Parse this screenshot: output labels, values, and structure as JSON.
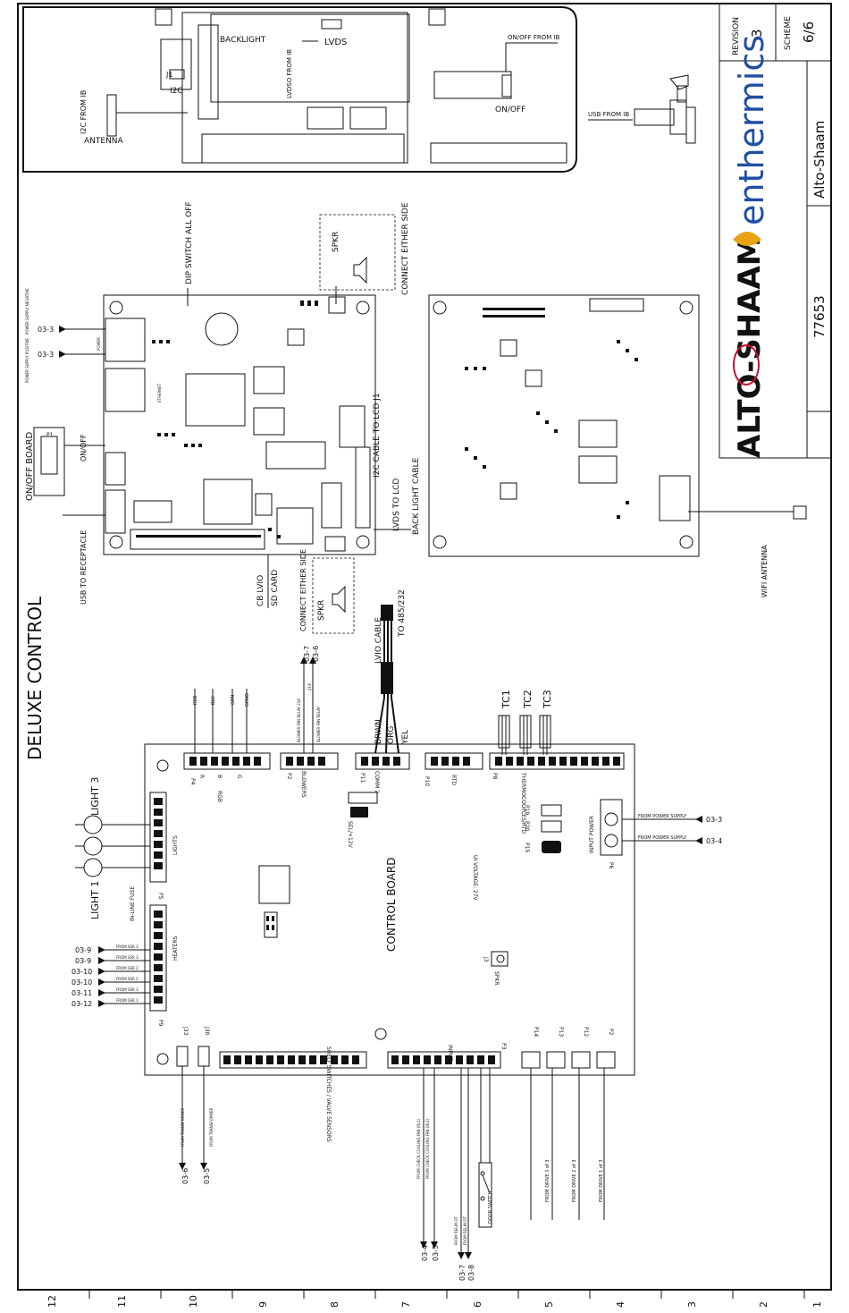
{
  "title_block": {
    "revision_label": "REVISION",
    "revision_value": "3",
    "scheme_label": "SCHEME",
    "scheme_value": "6/6",
    "company": "Alto-Shaam",
    "drawing_number": "77653",
    "brand_alto_shaam": "ALTO-SHAAM",
    "brand_enthermics": "enthermics",
    "colors": {
      "brand_red": "#c8102e",
      "brand_gold": "#e8a317",
      "brand_blue": "#1f4ea3"
    }
  },
  "diagram_title": "DELUXE CONTROL",
  "display_assembly": {
    "backlight": "BACKLIGHT",
    "lvds": "LVDS",
    "lvds_from_ib": "LVDSO FROM IB",
    "i2c_from_ib": "I2C FROM IB",
    "i2c": "I2C",
    "j1": "J1",
    "antenna": "ANTENNA",
    "onoff_from_ib": "ON/OFF FROM IB",
    "onoff": "ON/OFF",
    "usb_from_ib": "USB FROM IB"
  },
  "interface_board": {
    "dip_switch": "DIP SWITCH ALL OFF",
    "connect_either_side_top": "CONNECT EITHER SIDE",
    "spkr_top": "SPKR",
    "power_negative": "POWER SUPPLY NEGATIVE",
    "power_positive": "POWER SUPPLY POSITIVE",
    "ref_03_3_a": "03-3",
    "ref_03_3_b": "03-3",
    "onoff_board": "ON/OFF BOARD",
    "onoff_conn": "ON/OFF",
    "p1": "P1",
    "usb_receptacle": "USB TO RECEPTACLE",
    "cb_lvio": "CB LVIO",
    "sd_card": "SD CARD",
    "i2c_cable": "I2C CABLE TO LCD J1",
    "lvds_to_lcd": "LVDS TO LCD",
    "back_light_cable": "BACK LIGHT CABLE",
    "connect_either_side_bottom": "CONNECT EITHER SIDE",
    "spkr_bottom": "SPKR",
    "ethernet": "ETHERNET",
    "power": "POWER"
  },
  "wifi_antenna": "WIFI ANTENNA",
  "wiring": {
    "ref_03_7": "03-7",
    "ref_03_6": "03-6",
    "blower_fan_relay_218": "BLOWER FAN RELAY 218",
    "num_219": "219",
    "blower_fan_relay": "BLOWER FAN RELAY",
    "lvio_cable": "LVIO CABLE",
    "to_485": "TO 485/232",
    "red": "RED",
    "blu": "BLU",
    "grn": "GRN",
    "grnd": "GRND",
    "brwn": "BRWN",
    "org": "ORG",
    "yel": "YEL",
    "tc1": "TC1",
    "tc2": "TC2",
    "tc3": "TC3"
  },
  "control_board": {
    "title": "CONTROL BOARD",
    "p4": "P4",
    "r": "R",
    "b": "B",
    "g": "G",
    "rgb": "RGB",
    "p2": "P2",
    "blowers": "BLOWERS",
    "p11": "P11",
    "comm2": "COMM 2",
    "p10": "P10",
    "rtd": "RTD",
    "p8": "P8",
    "thermocouples": "THERMOCOUPLES/RTD",
    "sel12v": "SEL/+12V",
    "p19": "P19",
    "p20": "P20",
    "p15": "P15",
    "ui_voltage": "UI VOLTAGE: 27V",
    "input_power": "INPUT POWER",
    "p6": "P6",
    "from_power_supply_1": "FROM POWER SUPPLY",
    "from_power_supply_2": "FROM POWER SUPPLY",
    "ref_03_3": "03-3",
    "ref_03_4": "03-4",
    "lights": "LIGHTS",
    "p5": "P5",
    "light1": "LIGHT 1",
    "light3": "LIGHT 3",
    "inline_fuse": "IN-LINE FUSE",
    "heaters": "HEATERS",
    "p9": "P9",
    "from_ssr_3a": "FROM SSR 3",
    "from_ssr_3b": "FROM SSR 3",
    "from_ssr_2a": "FROM SSR 2",
    "from_ssr_2b": "FROM SSR 2",
    "from_ssr_1a": "FROM SSR 1",
    "from_ssr_1b": "FROM SSR 1",
    "ref_03_9a": "03-9",
    "ref_03_9b": "03-9",
    "ref_03_10a": "03-10",
    "ref_03_10b": "03-10",
    "ref_03_11": "03-11",
    "ref_03_12": "03-12",
    "j3": "J3",
    "spkr": "SPKR",
    "j33": "J33",
    "j30": "J30",
    "shelf_switches": "SHELF SWITCHES / VALVE SENSORS",
    "input": "INPUT",
    "p3": "P3",
    "p14": "P14",
    "p13": "P13",
    "p12": "P12",
    "p2b": "P2",
    "from_transformer_1": "FROM TRANSFORMER",
    "from_transformer_2": "FROM TRANSFORMER",
    "ref_03_6": "03-6",
    "ref_03_5": "03-5",
    "from_check_cooling_rl1": "FROM CHECK COOLING FAN (RL1)",
    "from_check_cooling_rl1b": "FROM CHECK COOLING FAN (RL1)",
    "ref_03_5b": "03-5",
    "from_relay_ot": "FROM RELAY-OT",
    "from_relay_ot2": "FROM RELAY-OT",
    "ref_03_7": "03-7",
    "ref_03_8": "03-8",
    "door_switch": "DOOR SWITCH",
    "from_drive_3": "FROM DRIVE 3 of 3",
    "from_drive_2": "FROM DRIVE 2 of 3",
    "from_drive_1": "FROM DRIVE 1 of 3"
  },
  "grid_numbers": [
    "12",
    "11",
    "10",
    "9",
    "8",
    "7",
    "6",
    "5",
    "4",
    "3",
    "2",
    "1"
  ]
}
